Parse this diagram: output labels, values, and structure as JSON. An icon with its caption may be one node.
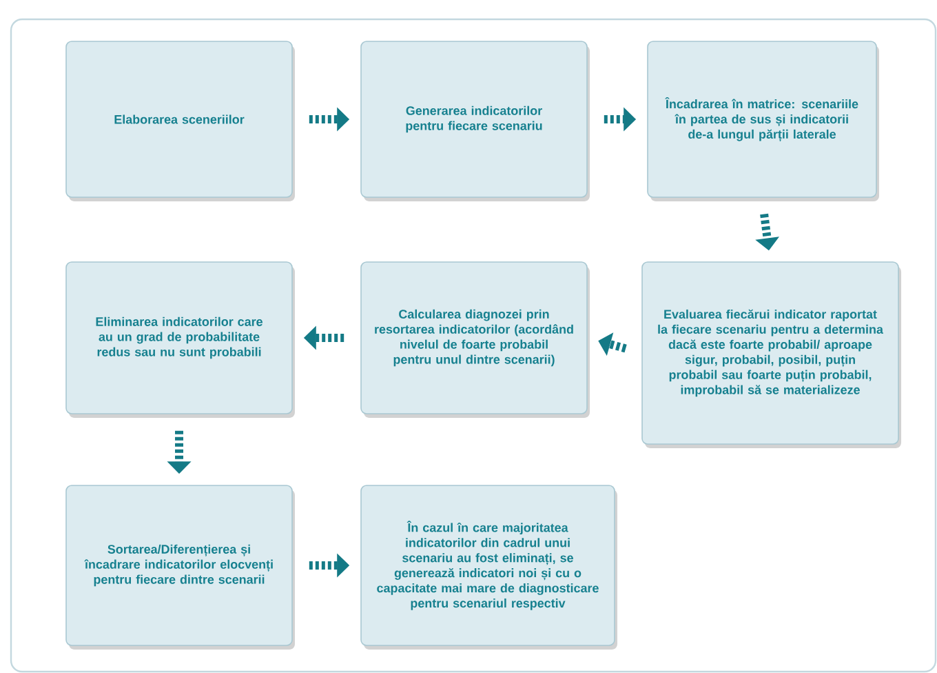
{
  "diagram": {
    "nodes": [
      {
        "text": [
          "Elaborarea sceneriilor"
        ]
      },
      {
        "text": [
          "Generarea indicatorilor pentru fiecare scenariu"
        ]
      },
      {
        "text": [
          "Încadrarea în matrice: scenariile în partea de sus și indicatorii de-a lungul părții laterale"
        ]
      },
      {
        "text": [
          "Evaluarea fiecărui indicator raportat la fiecare scenariu pentru a determina dacă este foarte probabil/ aproape sigur, probabil, posibil, puțin probabil sau foarte puțin probabil, improbabil să se materializeze"
        ]
      },
      {
        "text": [
          "Calcularea diagnozei prin resortarea indicatorilor (acordând nivelul de foarte probabil pentru unul dintre scenarii)"
        ]
      },
      {
        "text": [
          "Eliminarea indicatorilor care au un grad de probabilitate redus sau nu sunt probabili"
        ]
      },
      {
        "text": [
          "Sortarea/Diferențierea și încadrare indicatorilor elocvenți pentru fiecare dintre scenarii"
        ]
      },
      {
        "text": [
          "În cazul în care majoritatea indicatorilor din cadrul unui scenariu au fost eliminați, se generează indicatori noi și cu o capacitate mai mare de diagnosticare pentru scenariul respectiv"
        ]
      }
    ],
    "edges": [
      {
        "from": 0,
        "to": 1,
        "arrow": "to"
      },
      {
        "from": 1,
        "to": 2,
        "arrow": "to"
      },
      {
        "from": 2,
        "to": 3,
        "arrow": "to"
      },
      {
        "from": 3,
        "to": 4,
        "arrow": "to"
      },
      {
        "from": 4,
        "to": 5,
        "arrow": "to"
      },
      {
        "from": 5,
        "to": 6,
        "arrow": "to"
      },
      {
        "from": 6,
        "to": 7,
        "arrow": "to"
      }
    ]
  }
}
